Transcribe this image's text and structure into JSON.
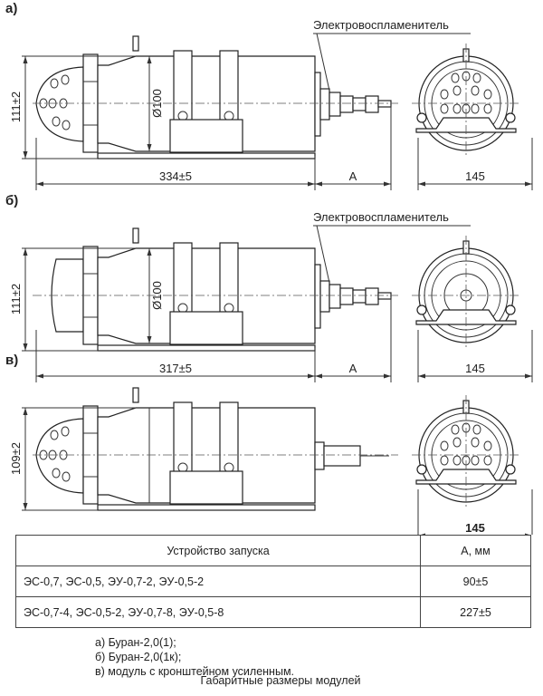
{
  "drawings": [
    {
      "label": "а)",
      "igniter_label": "Электровоспламенитель",
      "height_dim": "111±2",
      "diameter_dim": "Ø100",
      "length_dim": "334±5",
      "a_dim": "А",
      "width_dim": "145"
    },
    {
      "label": "б)",
      "igniter_label": "Электровоспламенитель",
      "height_dim": "111±2",
      "diameter_dim": "Ø100",
      "length_dim": "317±5",
      "a_dim": "А",
      "width_dim": "145"
    },
    {
      "label": "в)",
      "height_dim": "109±2",
      "width_dim": "145"
    }
  ],
  "table": {
    "headers": [
      "Устройство запуска",
      "А, мм"
    ],
    "rows": [
      [
        "ЭС-0,7, ЭС-0,5, ЭУ-0,7-2, ЭУ-0,5-2",
        "90±5"
      ],
      [
        "ЭС-0,7-4, ЭС-0,5-2, ЭУ-0,7-8, ЭУ-0,5-8",
        "227±5"
      ]
    ]
  },
  "notes": [
    "а) Буран-2,0(1);",
    "б) Буран-2,0(1к);",
    "в) модуль с кронштейном усиленным."
  ],
  "caption": "Габаритные размеры модулей"
}
